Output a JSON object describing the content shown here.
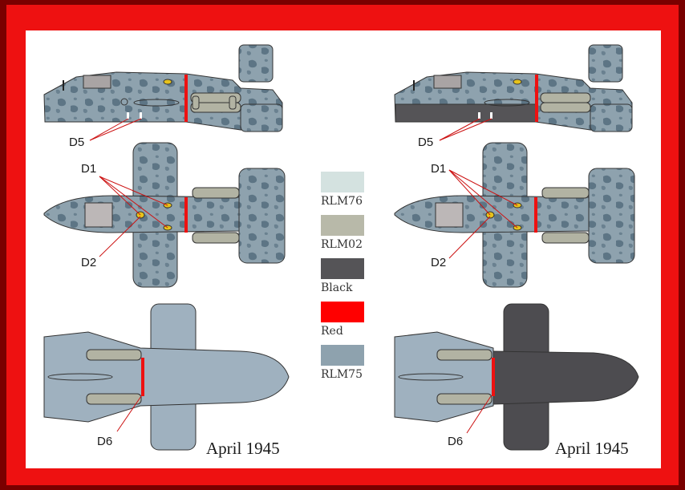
{
  "colors": {
    "frame_red": "#ee1111",
    "frame_dark": "#8a0000",
    "rlm75": "#8ea2ae",
    "rlm76": "#d4e2e0",
    "rlm02": "#b8b9a9",
    "black": "#555457",
    "red": "#ff0000",
    "underside_grey": "#9fb1bf",
    "dark_grey": "#4d4c50",
    "engine": "#b2b3a3"
  },
  "legend": [
    {
      "name": "RLM76",
      "color": "#d4e2e0"
    },
    {
      "name": "RLM02",
      "color": "#b8b9a9"
    },
    {
      "name": "Black",
      "color": "#555457"
    },
    {
      "name": "Red",
      "color": "#ff0000"
    },
    {
      "name": "RLM75",
      "color": "#8ea2ae"
    }
  ],
  "left": {
    "side_callout": "D5",
    "top_callouts": [
      "D1",
      "D2"
    ],
    "bottom_callout": "D6",
    "date": "April 1945"
  },
  "right": {
    "side_callout": "D5",
    "top_callouts": [
      "D1",
      "D2"
    ],
    "bottom_callout": "D6",
    "date": "April 1945"
  }
}
